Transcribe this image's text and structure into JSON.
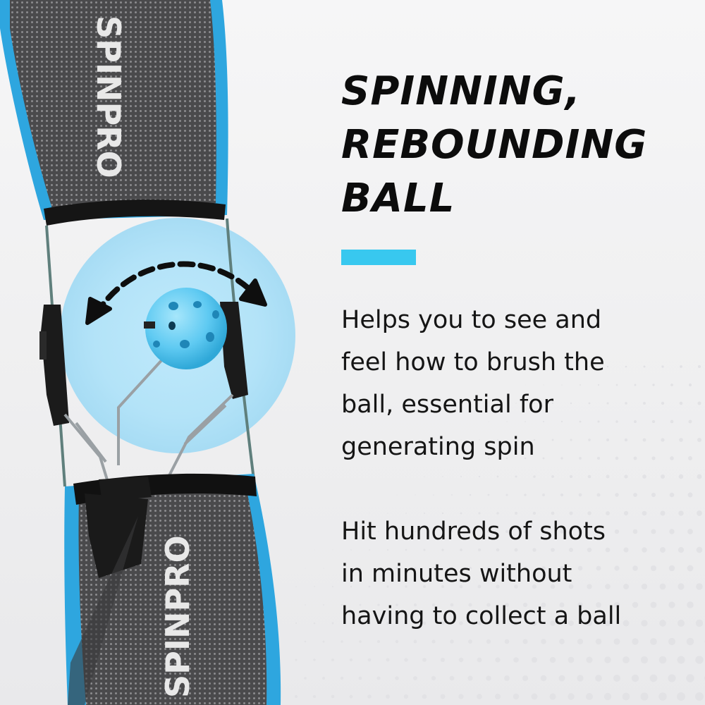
{
  "headline": {
    "lines": [
      "SPINNING,",
      "REBOUNDING",
      "BALL"
    ]
  },
  "accent_color": "#38c8ef",
  "brand_color": "#2ea6df",
  "ball_color": "#6fd3f5",
  "product": {
    "brand_mark": "SPINPRO",
    "icons": [
      "double-headed-curved-arrow-icon"
    ]
  },
  "paragraphs": [
    {
      "lines": [
        "Helps you to see and",
        "feel how to brush the",
        "ball, essential for",
        "generating spin"
      ]
    },
    {
      "lines": [
        "Hit hundreds of shots",
        "in minutes without",
        "having to collect a ball"
      ]
    }
  ]
}
